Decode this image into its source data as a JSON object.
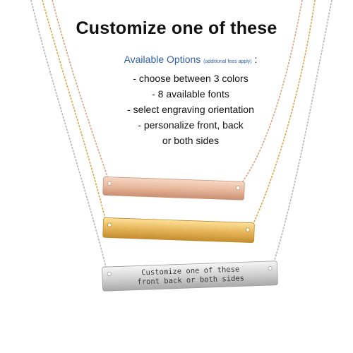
{
  "headline": "Customize one of these",
  "options": {
    "title": "Available Options",
    "note": "(additional fees apply)",
    "colon": ":",
    "lines": [
      "- choose between 3 colors",
      "- 8 available fonts",
      "- select engraving orientation",
      "- personalize front, back",
      "or both sides"
    ]
  },
  "engraving": {
    "line1": "Customize one of these",
    "line2": "front back or both sides"
  },
  "colors": {
    "rose_gold": "#e8b89c",
    "gold": "#e6b55a",
    "silver": "#c9c9c9",
    "accent_text": "#2f5fae"
  }
}
